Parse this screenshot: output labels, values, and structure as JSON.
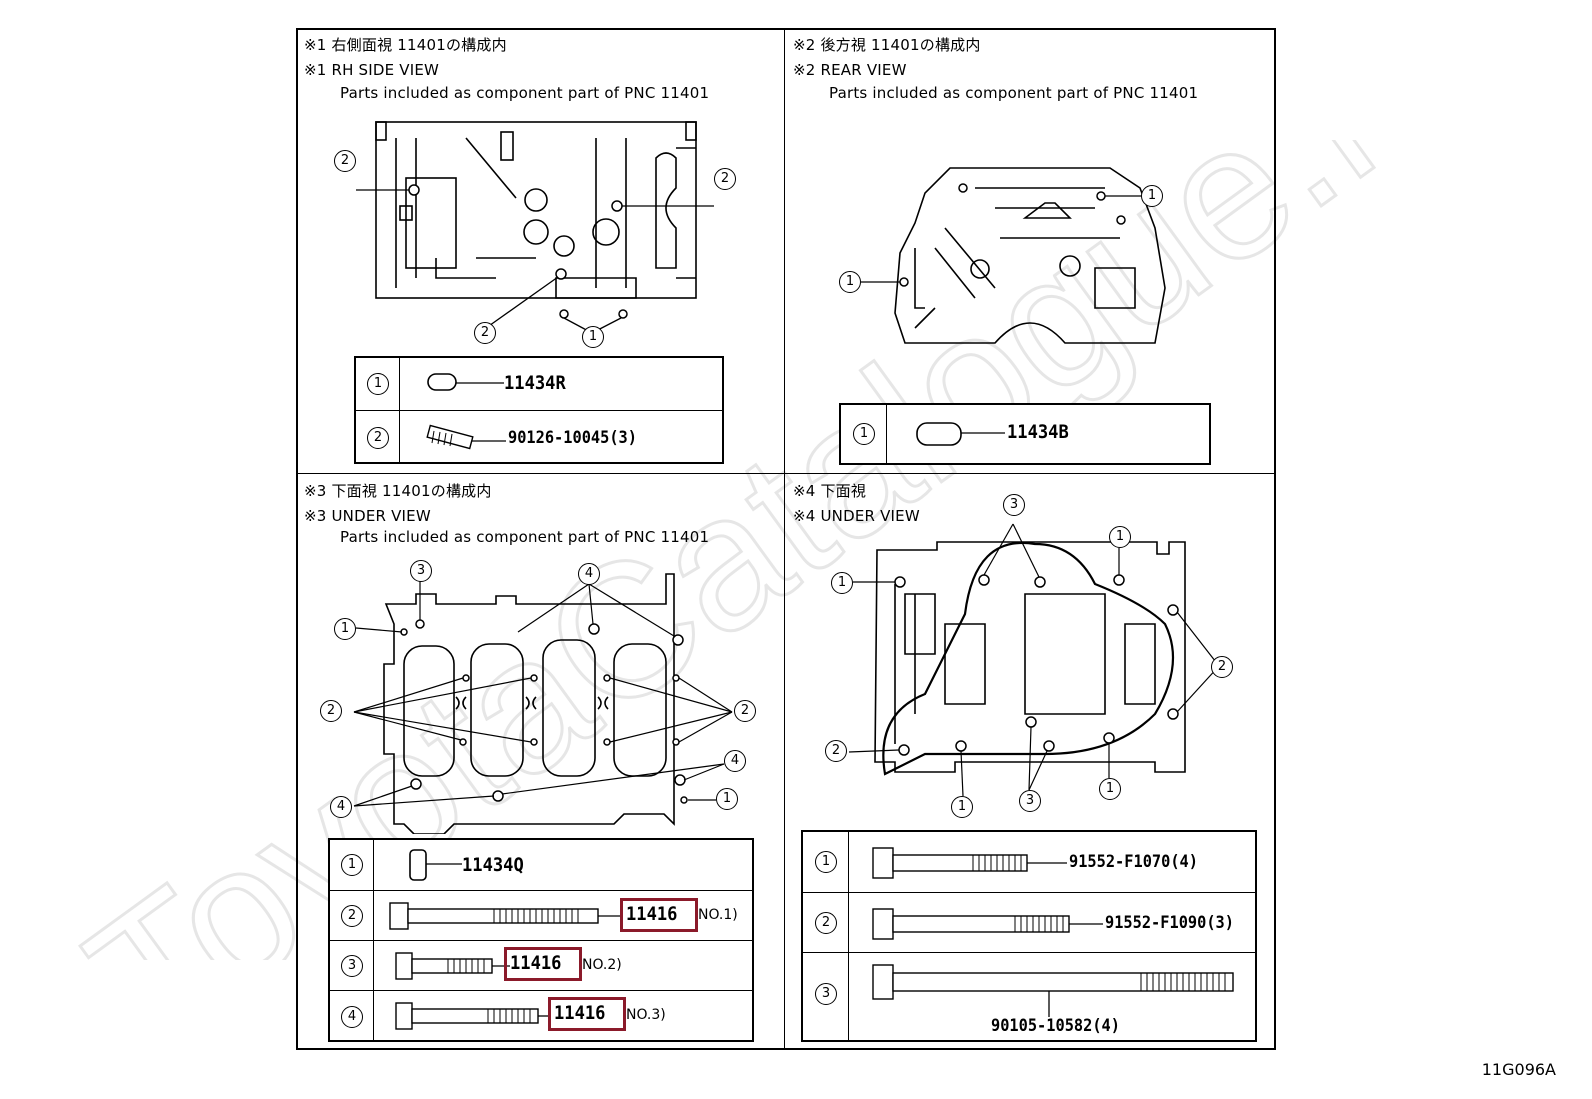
{
  "panel1": {
    "jp_title": "※1 右側面視 11401の構成内",
    "en_title": "※1 RH SIDE VIEW",
    "note": "Parts included as component part of PNC 11401",
    "callouts": [
      "2",
      "2",
      "2",
      "1"
    ],
    "parts": [
      {
        "num": "1",
        "code": "11434R"
      },
      {
        "num": "2",
        "code": "90126-10045(3)"
      }
    ]
  },
  "panel2": {
    "jp_title": "※2 後方視 11401の構成内",
    "en_title": "※2 REAR VIEW",
    "note": "Parts included as component part of PNC 11401",
    "callouts": [
      "1",
      "1"
    ],
    "parts": [
      {
        "num": "1",
        "code": "11434B"
      }
    ]
  },
  "panel3": {
    "jp_title": "※3 下面視 11401の構成内",
    "en_title": "※3 UNDER VIEW",
    "note": "Parts included as component part of PNC 11401",
    "callouts": [
      "3",
      "4",
      "1",
      "2",
      "2",
      "4",
      "4",
      "1"
    ],
    "parts": [
      {
        "num": "1",
        "code": "11434Q",
        "suffix": ""
      },
      {
        "num": "2",
        "code": "11416",
        "suffix": "NO.1)"
      },
      {
        "num": "3",
        "code": "11416",
        "suffix": "NO.2)"
      },
      {
        "num": "4",
        "code": "11416",
        "suffix": "NO.3)"
      }
    ]
  },
  "panel4": {
    "jp_title": "※4 下面視",
    "en_title": "※4 UNDER VIEW",
    "callouts": [
      "3",
      "1",
      "1",
      "2",
      "2",
      "1",
      "3",
      "1"
    ],
    "parts": [
      {
        "num": "1",
        "code": "91552-F1070(4)"
      },
      {
        "num": "2",
        "code": "91552-F1090(3)"
      },
      {
        "num": "3",
        "code": "90105-10582(4)"
      }
    ]
  },
  "watermark": "ToyotaCatalogue.ru",
  "figure_code": "11G096A",
  "colors": {
    "highlight": "#8b1a2a",
    "line": "#000000",
    "watermark": "#ececec"
  }
}
